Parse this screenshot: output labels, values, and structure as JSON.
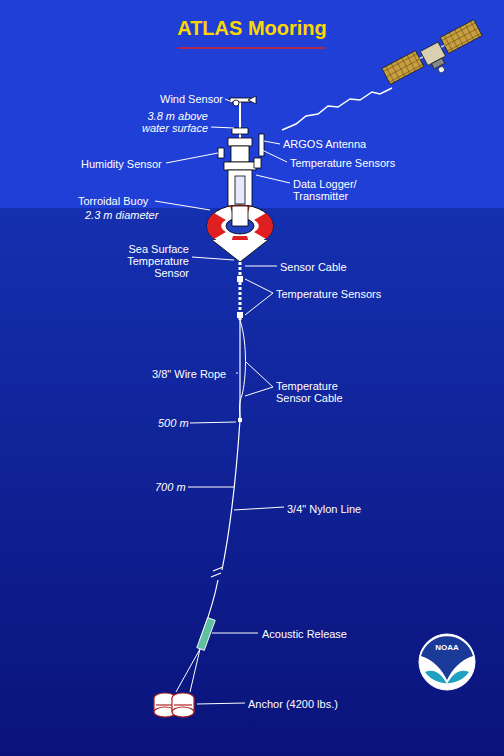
{
  "diagram": {
    "title": "ATLAS Mooring",
    "labels": [
      "Wind Sensor",
      "3.8 m above water surface",
      "ARGOS Antenna",
      "Humidity Sensor",
      "Temperature Sensors",
      "Data Logger/ Transmitter",
      "Torroidal Buoy",
      "2.3 m diameter",
      "Sea Surface Temperature Sensor",
      "Sensor Cable",
      "Temperature Sensors",
      "3/8\" Wire Rope",
      "Temperature Sensor Cable",
      "500 m",
      "700 m",
      "3/4\" Nylon Line",
      "Acoustic Release",
      "Anchor (4200 lbs.)",
      "NOAA"
    ]
  }
}
